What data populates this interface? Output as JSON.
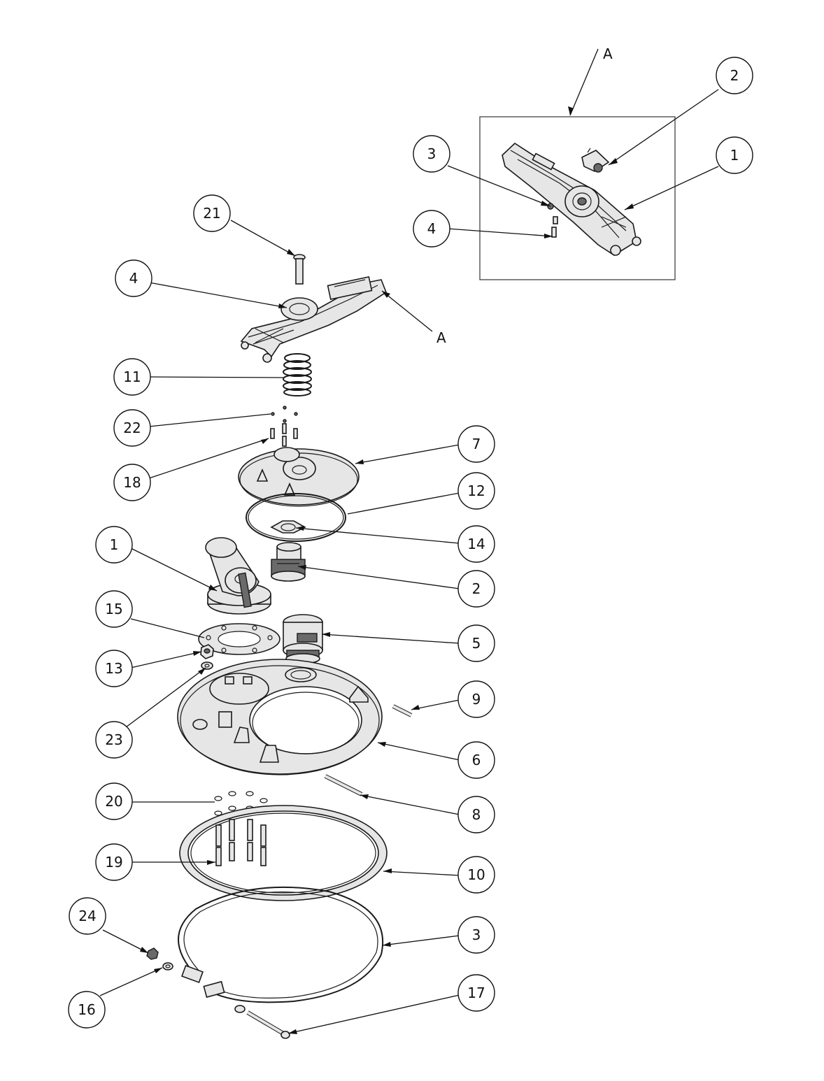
{
  "section_labels": {
    "top": "A",
    "side": "A"
  },
  "balloons": [
    {
      "id": "b-d2",
      "label": "2"
    },
    {
      "id": "b-d3",
      "label": "3"
    },
    {
      "id": "b-d1",
      "label": "1"
    },
    {
      "id": "b-d4",
      "label": "4"
    },
    {
      "id": "b-21",
      "label": "21"
    },
    {
      "id": "b-4",
      "label": "4"
    },
    {
      "id": "b-11",
      "label": "11"
    },
    {
      "id": "b-22",
      "label": "22"
    },
    {
      "id": "b-18",
      "label": "18"
    },
    {
      "id": "b-7",
      "label": "7"
    },
    {
      "id": "b-12",
      "label": "12"
    },
    {
      "id": "b-14",
      "label": "14"
    },
    {
      "id": "b-1",
      "label": "1"
    },
    {
      "id": "b-2",
      "label": "2"
    },
    {
      "id": "b-15",
      "label": "15"
    },
    {
      "id": "b-5",
      "label": "5"
    },
    {
      "id": "b-13",
      "label": "13"
    },
    {
      "id": "b-9",
      "label": "9"
    },
    {
      "id": "b-23",
      "label": "23"
    },
    {
      "id": "b-6",
      "label": "6"
    },
    {
      "id": "b-20",
      "label": "20"
    },
    {
      "id": "b-8",
      "label": "8"
    },
    {
      "id": "b-19",
      "label": "19"
    },
    {
      "id": "b-10",
      "label": "10"
    },
    {
      "id": "b-24",
      "label": "24"
    },
    {
      "id": "b-3",
      "label": "3"
    },
    {
      "id": "b-16",
      "label": "16"
    },
    {
      "id": "b-17",
      "label": "17"
    }
  ]
}
